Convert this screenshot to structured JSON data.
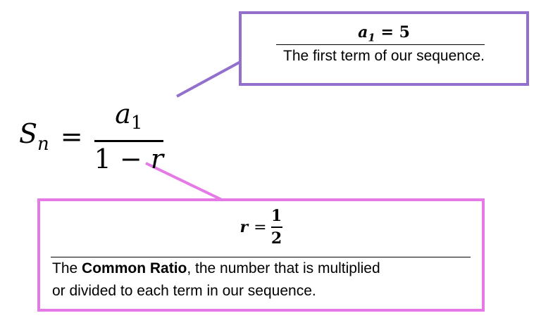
{
  "formula": {
    "lhs": "S",
    "lhs_sub": "n",
    "equals": "=",
    "numerator_var": "a",
    "numerator_sub": "1",
    "denominator_const": "1",
    "denominator_op": "−",
    "denominator_var": "r"
  },
  "callout_first_term": {
    "equation_var": "a",
    "equation_sub": "1",
    "equation_rest": " = 5",
    "description": "The first term of our sequence.",
    "border_color": "#9370cc"
  },
  "callout_ratio": {
    "equation_var": "r",
    "equation_eq": "=",
    "frac_num": "1",
    "frac_den": "2",
    "description_prefix": "The ",
    "description_bold": "Common Ratio",
    "description_line1_rest": ", the number that is multiplied",
    "description_line2": "or divided to each term in our sequence.",
    "border_color": "#e57ae6"
  }
}
